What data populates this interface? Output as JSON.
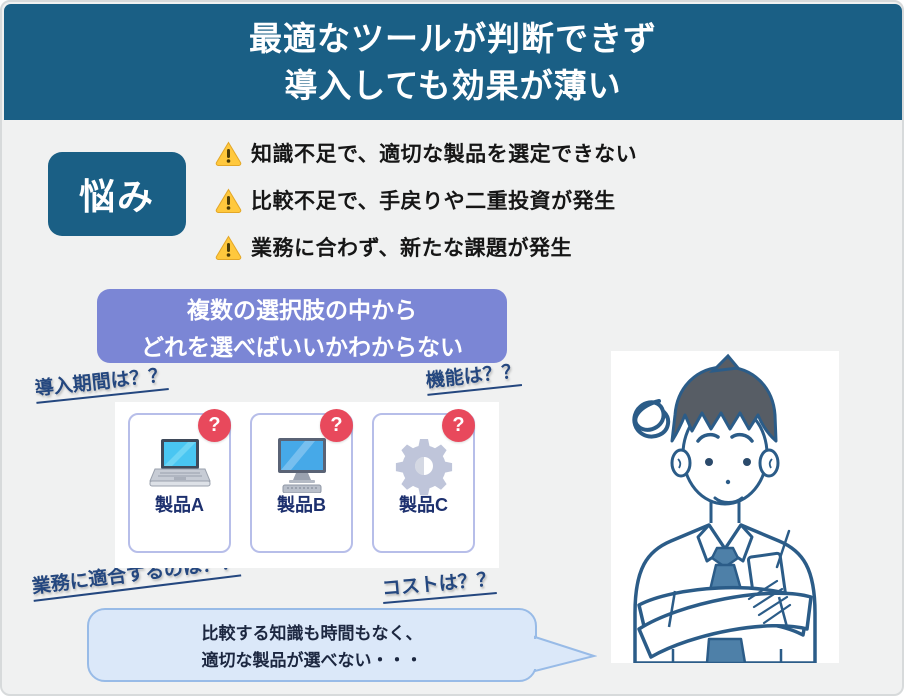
{
  "header": {
    "line1": "最適なツールが判断できず",
    "line2": "導入しても効果が薄い"
  },
  "worry": {
    "label": "悩み"
  },
  "issues": [
    "知識不足で、適切な製品を選定できない",
    "比較不足で、手戻りや二重投資が発生",
    "業務に合わず、新たな課題が発生"
  ],
  "choice_box": {
    "line1": "複数の選択肢の中から",
    "line2": "どれを選べばいいかわからない"
  },
  "questions": {
    "period": "導入期間は？？",
    "function": "機能は？？",
    "fit": "業務に適合するのは？？",
    "cost": "コストは？？"
  },
  "products": [
    {
      "name": "製品A",
      "icon": "laptop-icon",
      "badge": "?"
    },
    {
      "name": "製品B",
      "icon": "desktop-icon",
      "badge": "?"
    },
    {
      "name": "製品C",
      "icon": "gear-icon",
      "badge": "?"
    }
  ],
  "speech_bubble": {
    "line1": "比較する知識も時間もなく、",
    "line2": "適切な製品が選べない・・・"
  },
  "colors": {
    "header_teal": "#1a5f85",
    "purple_box": "#7b86d5",
    "badge_red": "#e8495c",
    "card_border": "#b7bee9",
    "bubble_fill": "#dbe8f9",
    "bubble_border": "#98bbe7",
    "handwritten_navy": "#24477f",
    "background": "#f0f1f1"
  }
}
